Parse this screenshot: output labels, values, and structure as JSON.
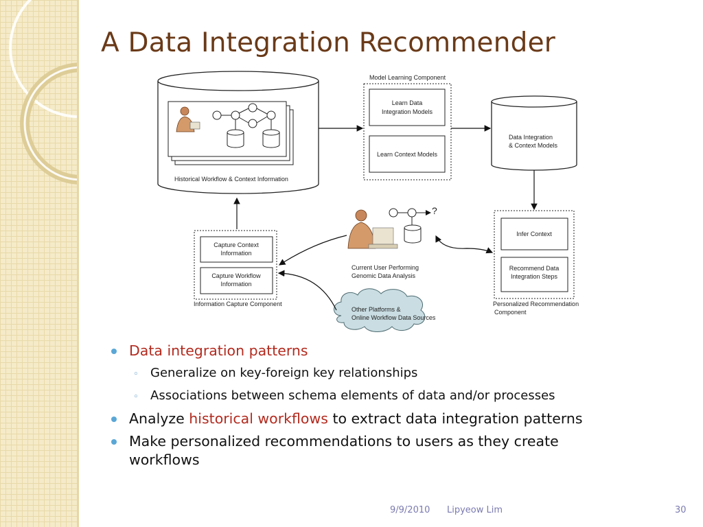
{
  "slide": {
    "title": "A Data Integration Recommender"
  },
  "diagram": {
    "historical_label": "Historical Workflow & Context Information",
    "model_learning_label": "Model Learning Component",
    "learn_di_models_line1": "Learn Data",
    "learn_di_models_line2": "Integration Models",
    "learn_context_models": "Learn Context Models",
    "di_models_line1": "Data Integration",
    "di_models_line2": "& Context Models",
    "infer_context": "Infer Context",
    "recommend_line1": "Recommend Data",
    "recommend_line2": "Integration Steps",
    "personalized_label_line1": "Personalized Recommendation",
    "personalized_label_line2": "Component",
    "capture_context_line1": "Capture Context",
    "capture_context_line2": "Information",
    "capture_workflow_line1": "Capture Workflow",
    "capture_workflow_line2": "Information",
    "info_capture_label": "Information Capture Component",
    "current_user_line1": "Current User Performing",
    "current_user_line2": "Genomic Data Analysis",
    "question_mark": "?",
    "cloud_line1": "Other Platforms &",
    "cloud_line2": "Online Workflow Data Sources"
  },
  "bullets": {
    "b1": "Data integration patterns",
    "b1_sub1": "Generalize on key-foreign key relationships",
    "b1_sub2": "Associations between schema elements of data and/or processes",
    "b2_pre": "Analyze ",
    "b2_red": "historical workflows",
    "b2_post": " to extract data integration patterns",
    "b3": "Make personalized recommendations to users as they create workflows"
  },
  "footer": {
    "date": "9/9/2010",
    "author": "Lipyeow Lim",
    "page": "30"
  }
}
